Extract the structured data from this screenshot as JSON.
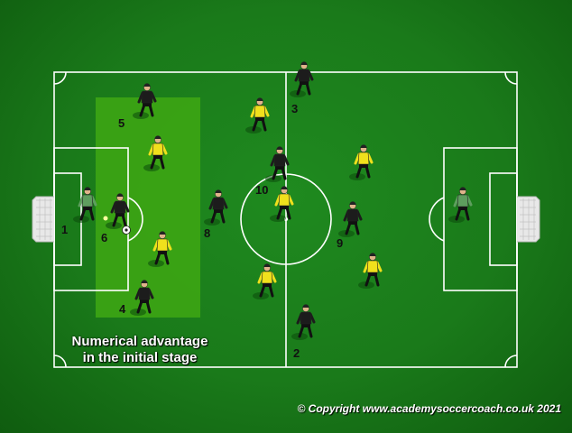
{
  "caption": {
    "line1": "Numerical advantage",
    "line2": "in the initial stage"
  },
  "copyright": "© Copyright www.academysoccercoach.co.uk 2021",
  "labels": {
    "l1": "1",
    "l2": "2",
    "l3": "3",
    "l4": "4",
    "l5": "5",
    "l6": "6",
    "l8": "8",
    "l9": "9",
    "l10": "10"
  },
  "colors": {
    "pitch": "#1a7a1a",
    "zone": "#3aa012",
    "lines": "#ffffff",
    "black_team": "#1a1a1a",
    "yellow_team": "#f2e21b",
    "goalkeeper": "#5a9a5a"
  }
}
